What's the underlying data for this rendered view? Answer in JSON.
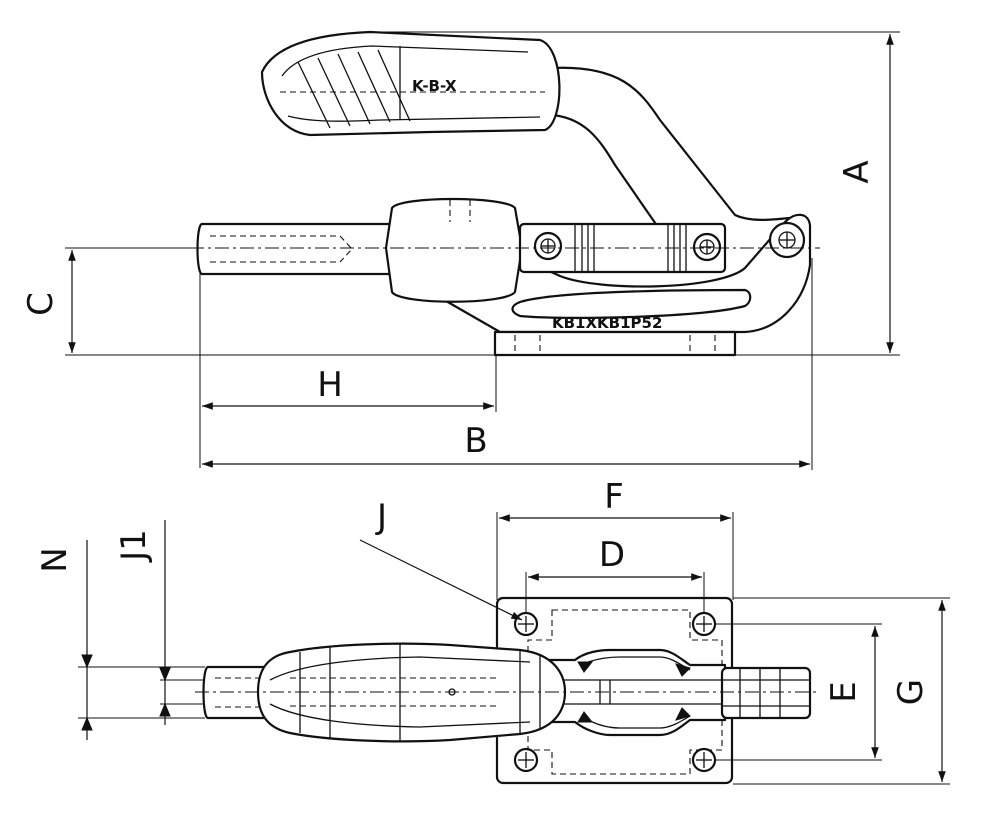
{
  "dimension_labels": {
    "A": "A",
    "B": "B",
    "C": "C",
    "D": "D",
    "E": "E",
    "F": "F",
    "G": "G",
    "H": "H",
    "J": "J",
    "J1": "J1",
    "N": "N"
  },
  "handle_marking": "K-B-X",
  "base_marking": "KB1XKB1P52"
}
